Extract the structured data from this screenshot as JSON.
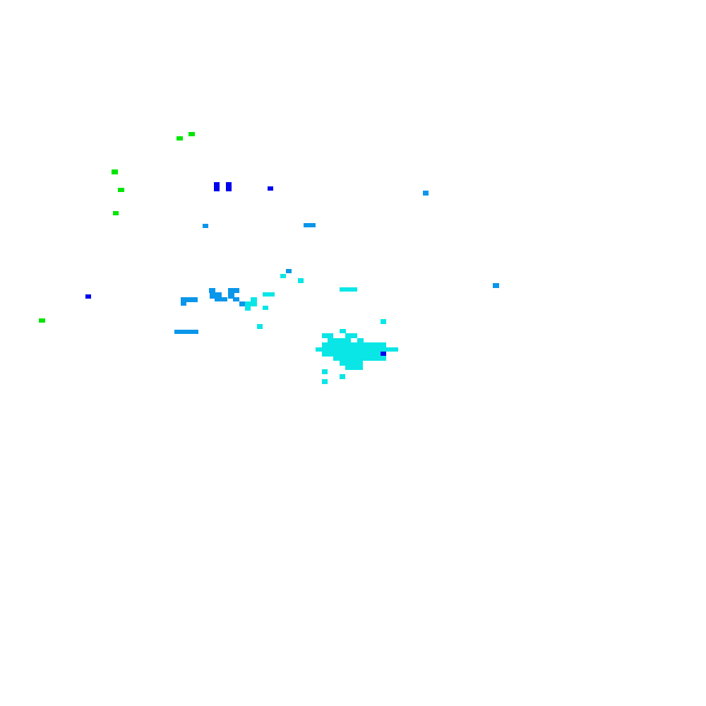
{
  "palette": {
    "background": "#ffffff",
    "green": "#00e600",
    "blue": "#0000ee",
    "sky": "#0a96ea",
    "cyan": "#0ae6e6"
  },
  "tile_groups": [
    {
      "name": "green-tile",
      "color_key": "green"
    },
    {
      "name": "blue-tile",
      "color_key": "blue"
    },
    {
      "name": "sky-tile",
      "color_key": "sky"
    },
    {
      "name": "cyan-tile",
      "color_key": "cyan"
    }
  ]
}
